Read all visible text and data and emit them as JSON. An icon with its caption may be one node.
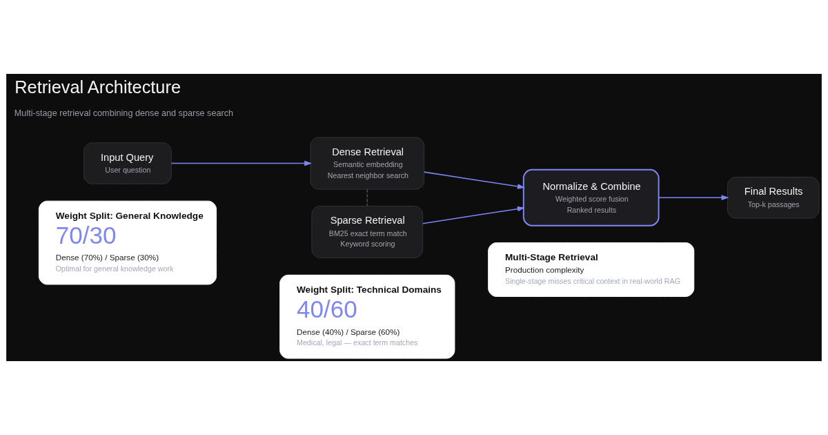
{
  "diagram": {
    "title": "Retrieval Architecture",
    "nodes": [
      {
        "text": [
          "Input Query",
          "User question"
        ]
      },
      {
        "text": [
          "Dense Retrieval",
          "Semantic embedding",
          "Nearest neighbor search"
        ]
      },
      {
        "text": [
          "Sparse Retrieval",
          "BM25 exact term match",
          "Keyword scoring"
        ]
      },
      {
        "text": [
          "Normalize & Combine",
          "Weighted score fusion",
          "Ranked results"
        ]
      },
      {
        "text": [
          "Final Results",
          "Top-k passages"
        ]
      },
      {
        "text": [
          "Weight Split: General Knowledge",
          "70/30",
          "Dense (70%) / Sparse (30%)",
          "Optimal for general knowledge work"
        ]
      },
      {
        "text": [
          "Weight Split: Technical Domains",
          "40/60",
          "Dense (40%) / Sparse (60%)",
          "Medical, legal — exact term matches"
        ]
      },
      {
        "text": [
          "Multi-Stage Retrieval",
          "Production complexity",
          "Single-stage misses critical context in real-world RAG"
        ]
      }
    ],
    "edges": [
      {
        "from": 0,
        "to": 1,
        "arrow": "to"
      },
      {
        "from": 1,
        "to": 2,
        "arrow": "none",
        "style": "dashed",
        "color": "#4a4a50"
      },
      {
        "from": 1,
        "to": 3,
        "arrow": "to"
      },
      {
        "from": 2,
        "to": 3,
        "arrow": "to"
      },
      {
        "from": 3,
        "to": 4,
        "arrow": "to"
      }
    ],
    "labels": [
      "Multi-stage retrieval combining dense and sparse search"
    ]
  }
}
